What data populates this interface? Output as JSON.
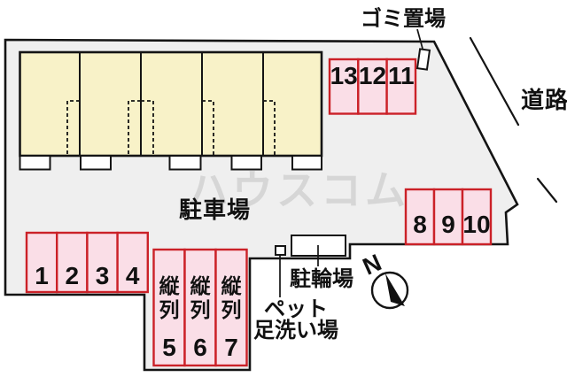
{
  "watermark_text": "ハウスコム",
  "labels": {
    "garbage_area": "ゴミ置場",
    "road": "道路",
    "parking_lot": "駐車場",
    "bicycle_parking": "駐輪場",
    "pet_wash_line1": "ペット",
    "pet_wash_line2": "足洗い場",
    "north_mark": "N"
  },
  "parking": {
    "top_right_row": {
      "numbers": [
        "13",
        "12",
        "11"
      ]
    },
    "left_row": {
      "numbers": [
        "1",
        "2",
        "3",
        "4"
      ]
    },
    "right_row": {
      "numbers": [
        "8",
        "9",
        "10"
      ]
    },
    "tandem_row": {
      "type_chars": [
        "縦",
        "列"
      ],
      "numbers": [
        "5",
        "6",
        "7"
      ]
    }
  },
  "colors": {
    "spot_fill": "#fadee7",
    "spot_border": "#cb2128",
    "building_fill": "#f8f2c8",
    "site_fill": "#efefef",
    "line": "#141414",
    "watermark": "#d0d0d0"
  }
}
